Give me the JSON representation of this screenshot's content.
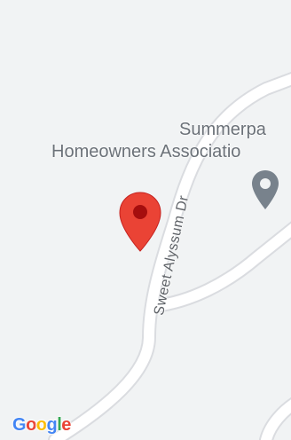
{
  "map": {
    "poi": {
      "name_line1": "Summerpa",
      "name_line2": "Homeowners Associatio"
    },
    "road": {
      "name": "Sweet Alyssum Dr"
    },
    "attribution": {
      "logo_text": "Google"
    },
    "colors": {
      "background": "#f1f3f4",
      "road": "#ffffff",
      "road_edge": "#dadce0",
      "pin": "#ea4335",
      "pin_dark": "#a50e0e",
      "poi_marker": "#78828c"
    },
    "icons": {
      "location_pin": "red-map-pin-icon",
      "poi_marker": "grey-place-marker-icon"
    }
  }
}
